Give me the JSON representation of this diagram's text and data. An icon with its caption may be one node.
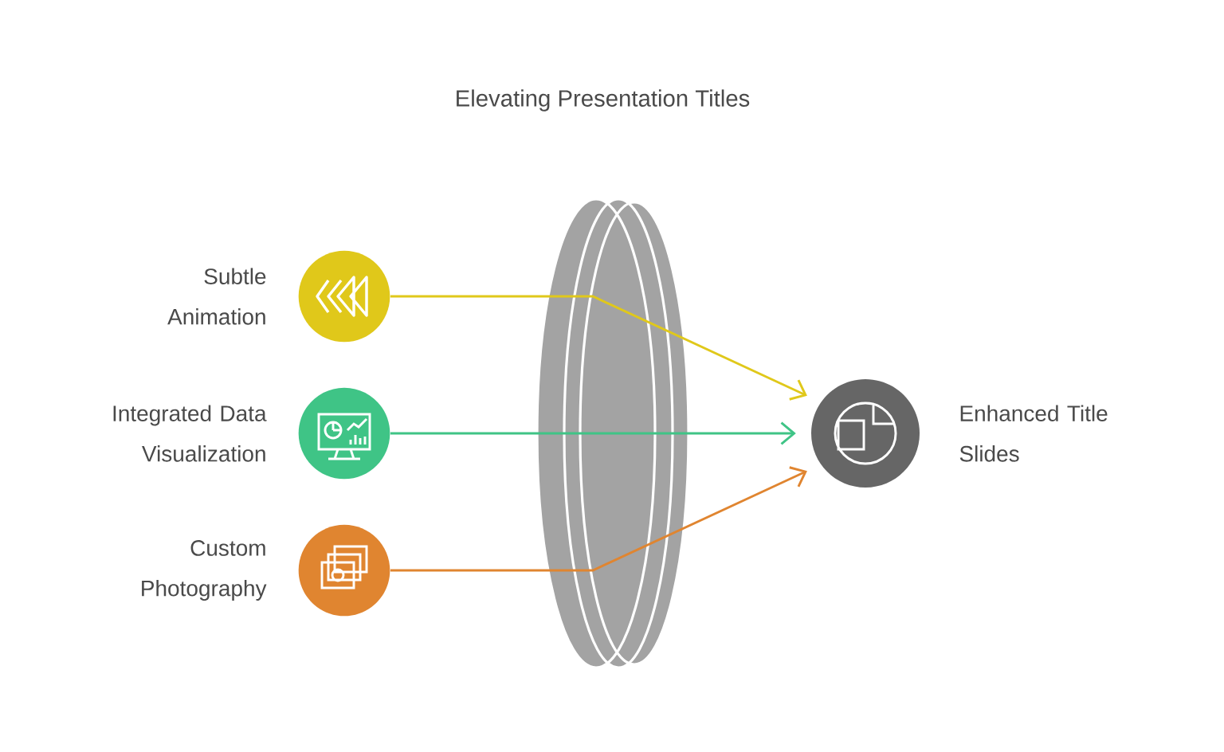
{
  "diagram": {
    "title": "Elevating Presentation Titles",
    "nodes": [
      {
        "text": [],
        "shape": "circle",
        "beside": [
          "Subtle Animation"
        ]
      },
      {
        "text": [],
        "shape": "circle",
        "beside": [
          "Integrated Data Visualization"
        ]
      },
      {
        "text": [],
        "shape": "circle",
        "beside": [
          "Custom Photography"
        ]
      },
      {
        "text": [],
        "shape": "circle",
        "beside": [
          "Enhanced Title Slides"
        ]
      }
    ],
    "edges": [
      {
        "from": 0,
        "to": 3,
        "arrow": "to",
        "color": "#e0c81a"
      },
      {
        "from": 1,
        "to": 3,
        "arrow": "to",
        "color": "#3fc486"
      },
      {
        "from": 2,
        "to": 3,
        "arrow": "to",
        "color": "#e08530"
      }
    ]
  }
}
